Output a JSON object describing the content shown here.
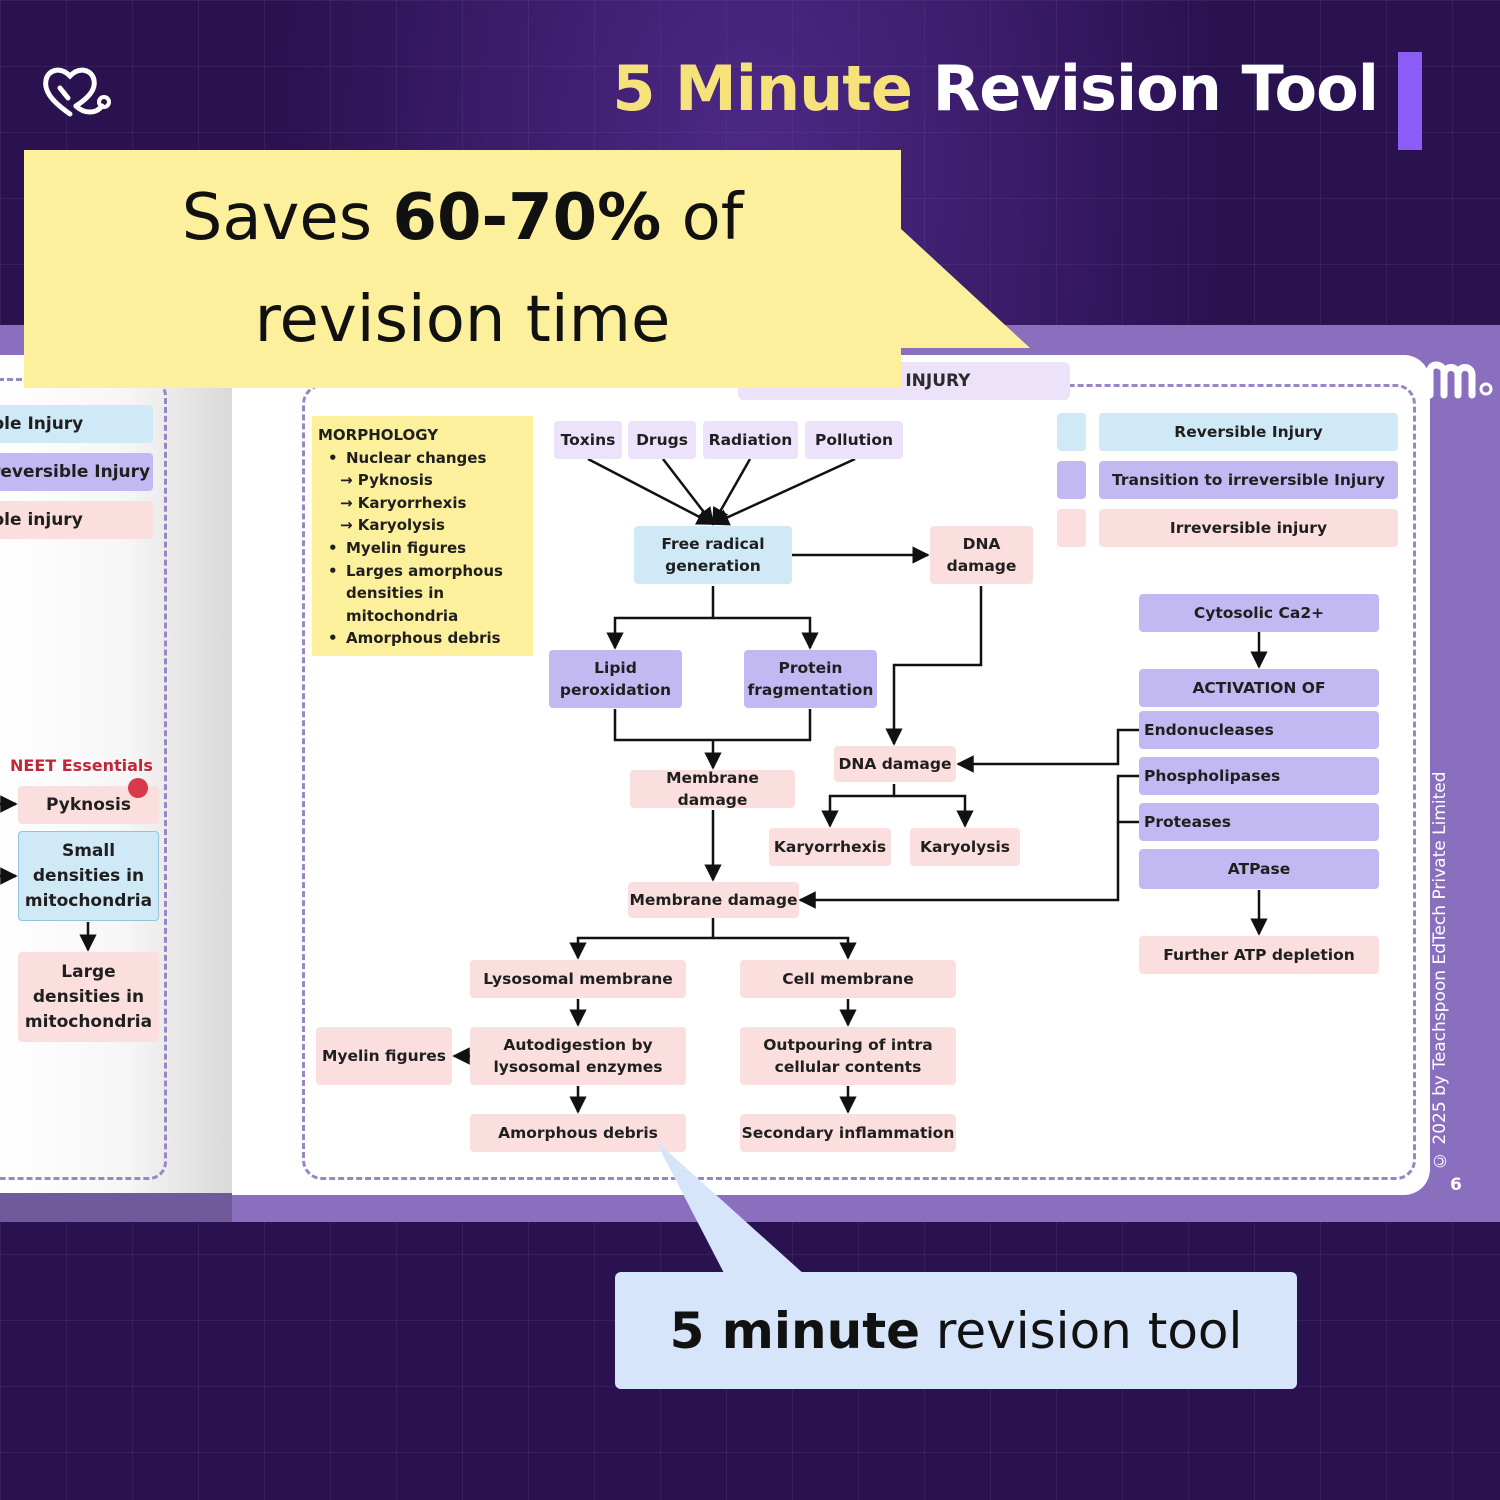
{
  "header": {
    "title_highlight": "5 Minute",
    "title_rest": "Revision Tool"
  },
  "callouts": {
    "top": {
      "pre": "Saves ",
      "bold": "60-70%",
      "post": " of",
      "line2": "revision time"
    },
    "bottom": {
      "bold": "5 minute",
      "rest": " revision tool"
    }
  },
  "page": {
    "title": "BLE INJURY",
    "number": "6",
    "copyright": "© 2025 by Teachspoon EdTech Private Limited"
  },
  "legend": {
    "reversible": "Reversible Injury",
    "transition": "Transition to irreversible Injury",
    "irreversible": "Irreversible injury"
  },
  "morphology": {
    "heading": "MORPHOLOGY",
    "nuclear": "Nuclear changes",
    "pyknosis": "→ Pyknosis",
    "karyorrhexis": "→ Karyorrhexis",
    "karyolysis": "→ Karyolysis",
    "myelin": "Myelin figures",
    "large1": "Larges amorphous",
    "large2": "densities in",
    "large3": "mitochondria",
    "debris": "Amorphous debris"
  },
  "flow": {
    "toxins": "Toxins",
    "drugs": "Drugs",
    "radiation": "Radiation",
    "pollution": "Pollution",
    "free_radical_1": "Free radical",
    "free_radical_2": "generation",
    "dna_damage_top_1": "DNA",
    "dna_damage_top_2": "damage",
    "lipid_1": "Lipid",
    "lipid_2": "peroxidation",
    "protein_1": "Protein",
    "protein_2": "fragmentation",
    "membrane_damage_1": "Membrane damage",
    "dna_damage_mid": "DNA damage",
    "karyorrhexis": "Karyorrhexis",
    "karyolysis": "Karyolysis",
    "membrane_damage_2": "Membrane damage",
    "lysosomal_membrane": "Lysosomal membrane",
    "cell_membrane": "Cell membrane",
    "myelin_figures": "Myelin figures",
    "autodigestion_1": "Autodigestion by",
    "autodigestion_2": "lysosomal enzymes",
    "outpouring_1": "Outpouring of intra",
    "outpouring_2": "cellular contents",
    "amorphous_debris": "Amorphous debris",
    "secondary_inflammation": "Secondary inflammation",
    "cytosolic": "Cytosolic Ca2+",
    "activation": "ACTIVATION OF",
    "endonucleases": "Endonucleases",
    "phospholipases": "Phospholipases",
    "proteases": "Proteases",
    "atpase": "ATPase",
    "further_atp": "Further ATP depletion"
  },
  "left_page": {
    "legend_1": "ble Injury",
    "legend_2": "reversible Injury",
    "legend_3": "ble injury",
    "neet": "NEET Essentials",
    "pyknosis": "Pyknosis",
    "small_1": "Small",
    "small_2": "densities in",
    "small_3": "mitochondria",
    "large_1": "Large",
    "large_2": "densities in",
    "large_3": "mitochondria"
  },
  "colors": {
    "background": "#2a1150",
    "accent_purple": "#8b5cf6",
    "highlight_yellow": "#f6e27a",
    "callout_yellow": "#fcf09c",
    "callout_blue": "#d7e5fb",
    "reversible": "#cfeaf6",
    "transition": "#c3b9f2",
    "irreversible": "#fbdede"
  }
}
